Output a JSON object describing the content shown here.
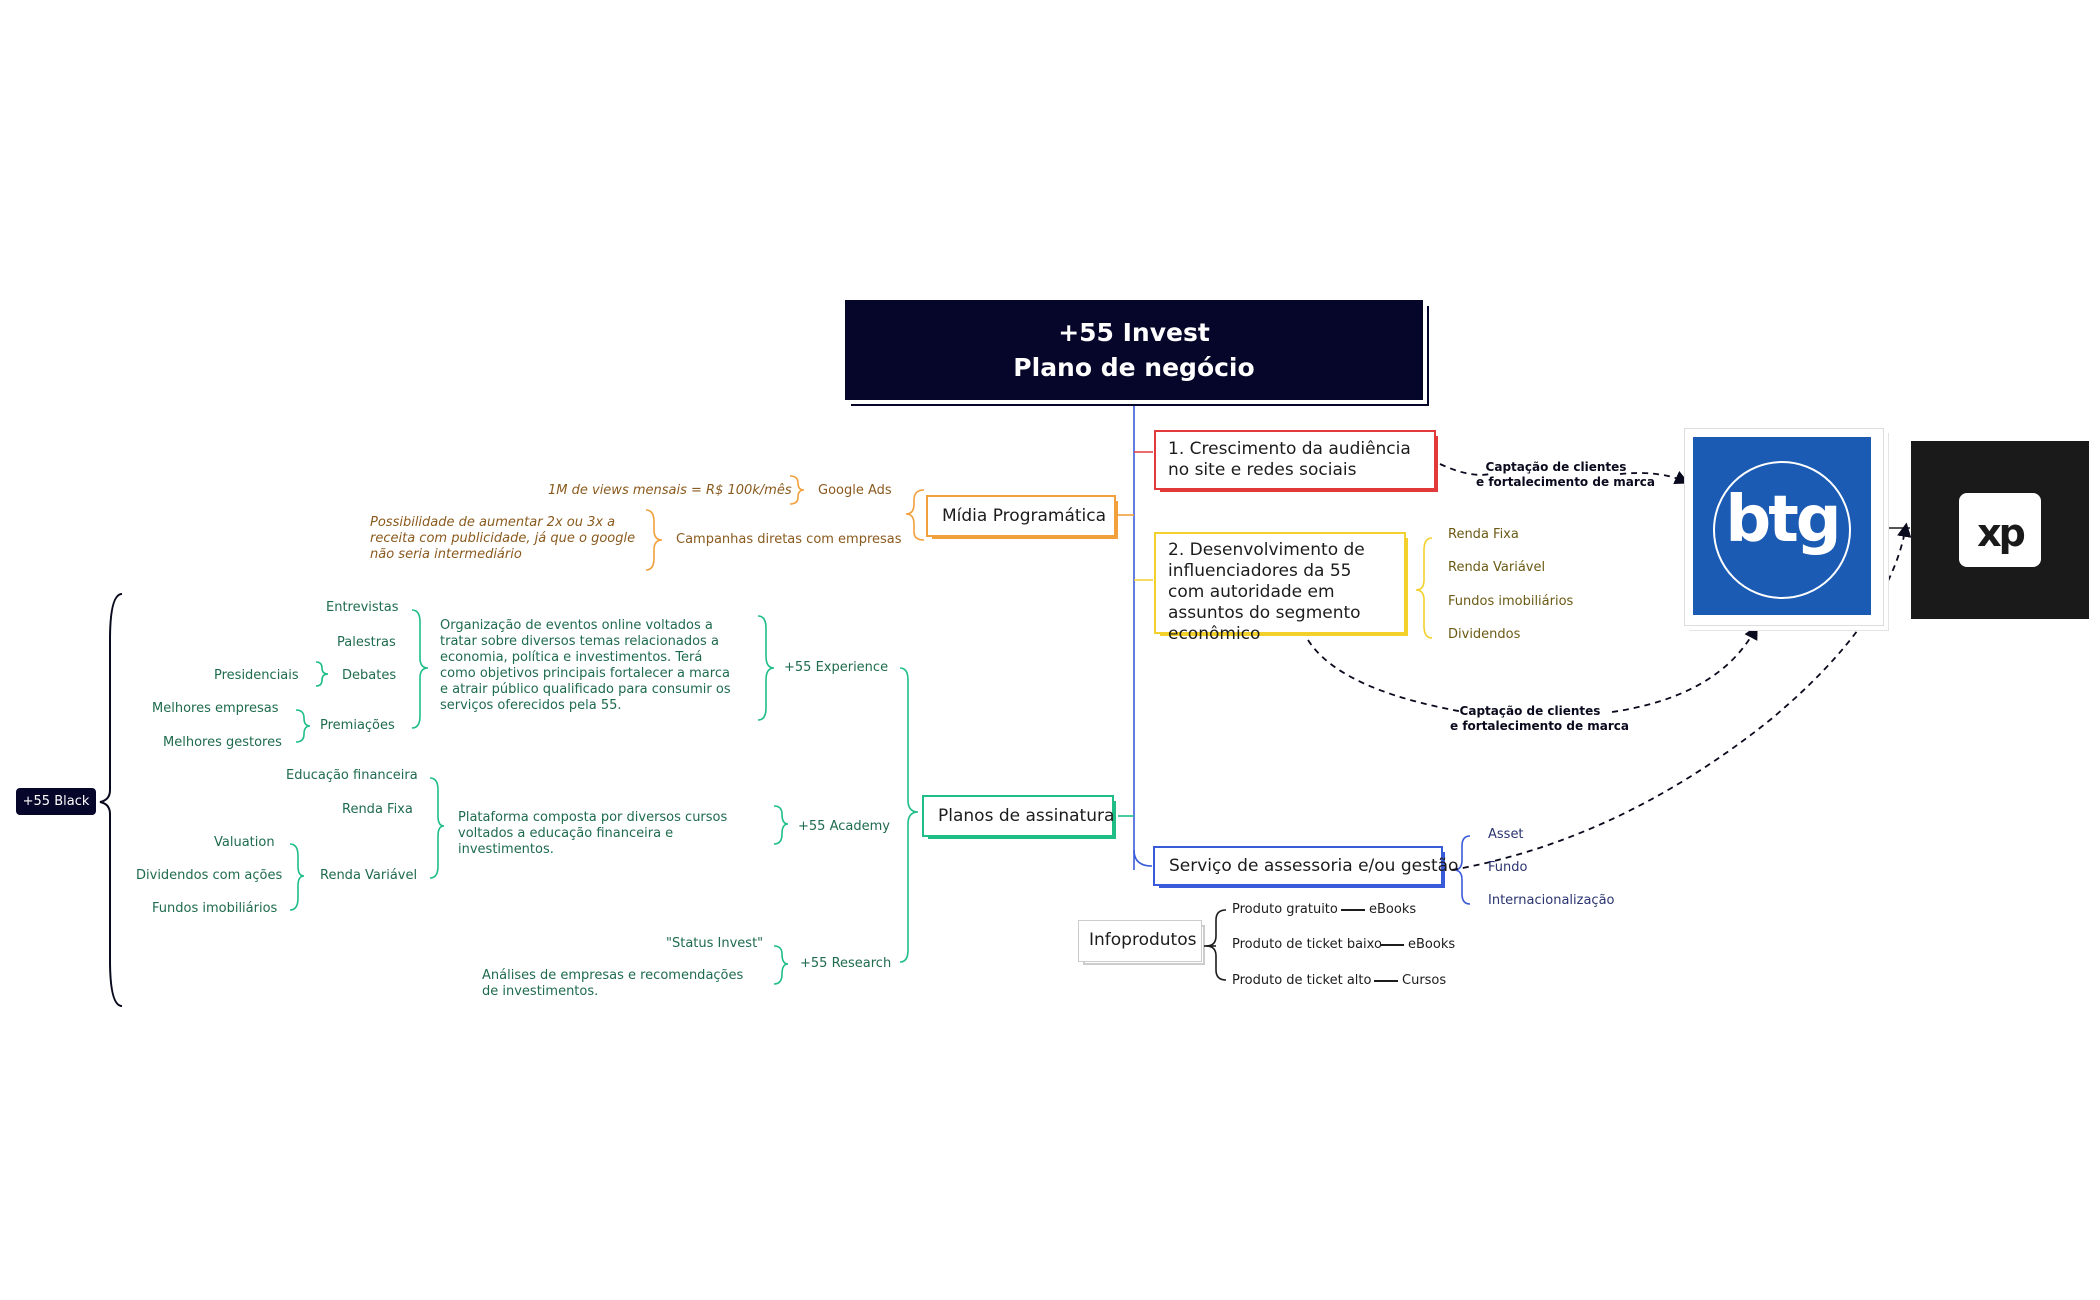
{
  "central": {
    "line1": "+55 Invest",
    "line2": "Plano de negócio"
  },
  "colors": {
    "central": "#06062a",
    "red": "#e23a3a",
    "orange": "#f2a03c",
    "yellow": "#f2d12c",
    "green": "#1ebe86",
    "blue": "#3a5bd9",
    "gray": "#cccccc",
    "btg": "#1b5bb4",
    "xp": "#1a1a1a"
  },
  "right_branches": {
    "audiencia": {
      "text": "1. Crescimento da audiência no site e redes sociais"
    },
    "influenciadores": {
      "text": "2. Desenvolvimento de influenciadores da 55 com autoridade em assuntos do segmento econômico",
      "items": [
        "Renda Fixa",
        "Renda Variável",
        "Fundos imobiliários",
        "Dividendos"
      ]
    },
    "assessoria": {
      "text": "Serviço de assessoria e/ou gestão",
      "items": [
        "Asset",
        "Fundo",
        "Internacionalização"
      ]
    },
    "infoprodutos": {
      "text": "Infoprodutos",
      "items": [
        {
          "label": "Produto gratuito",
          "value": "eBooks"
        },
        {
          "label": "Produto de ticket baixo",
          "value": "eBooks"
        },
        {
          "label": "Produto de ticket alto",
          "value": "Cursos"
        }
      ]
    }
  },
  "captions": {
    "top": {
      "line1": "Captação de clientes",
      "line2": "e fortalecimento de marca"
    },
    "middle": {
      "line1": "Captação de clientes",
      "line2": "e fortalecimento de marca"
    }
  },
  "logos": {
    "btg": "btg",
    "xp": "xp"
  },
  "midia": {
    "text": "Mídia Programática",
    "google_ads": "Google Ads",
    "google_ads_note": "1M de views mensais = R$ 100k/mês",
    "campanhas": "Campanhas diretas com empresas",
    "campanhas_note": "Possibilidade de aumentar 2x ou 3x a receita com publicidade, já que o google não seria intermediário"
  },
  "planos": {
    "text": "Planos de assinatura",
    "experience": {
      "label": "+55  Experience",
      "desc": "Organização de eventos online voltados a  tratar sobre diversos temas relacionados a economia, política e investimentos. Terá como objetivos principais fortalecer a marca e atrair público qualificado para consumir os serviços oferecidos pela 55.",
      "items": [
        "Entrevistas",
        "Palestras",
        "Debates",
        "Premiações"
      ],
      "debates_sub": [
        "Presidenciais"
      ],
      "premiacoes_sub": [
        "Melhores empresas",
        "Melhores gestores"
      ]
    },
    "academy": {
      "label": "+55 Academy",
      "desc": "Plataforma composta por diversos cursos voltados a educação financeira e investimentos.",
      "items": [
        "Educação financeira",
        "Renda Fixa",
        "Renda Variável"
      ],
      "rv_sub": [
        "Valuation",
        "Dividendos com ações",
        "Fundos imobiliários"
      ]
    },
    "research": {
      "label": "+55 Research",
      "items": [
        "\"Status Invest\"",
        "Análises de empresas e recomendações de investimentos."
      ]
    }
  },
  "black": {
    "text": "+55 Black"
  }
}
